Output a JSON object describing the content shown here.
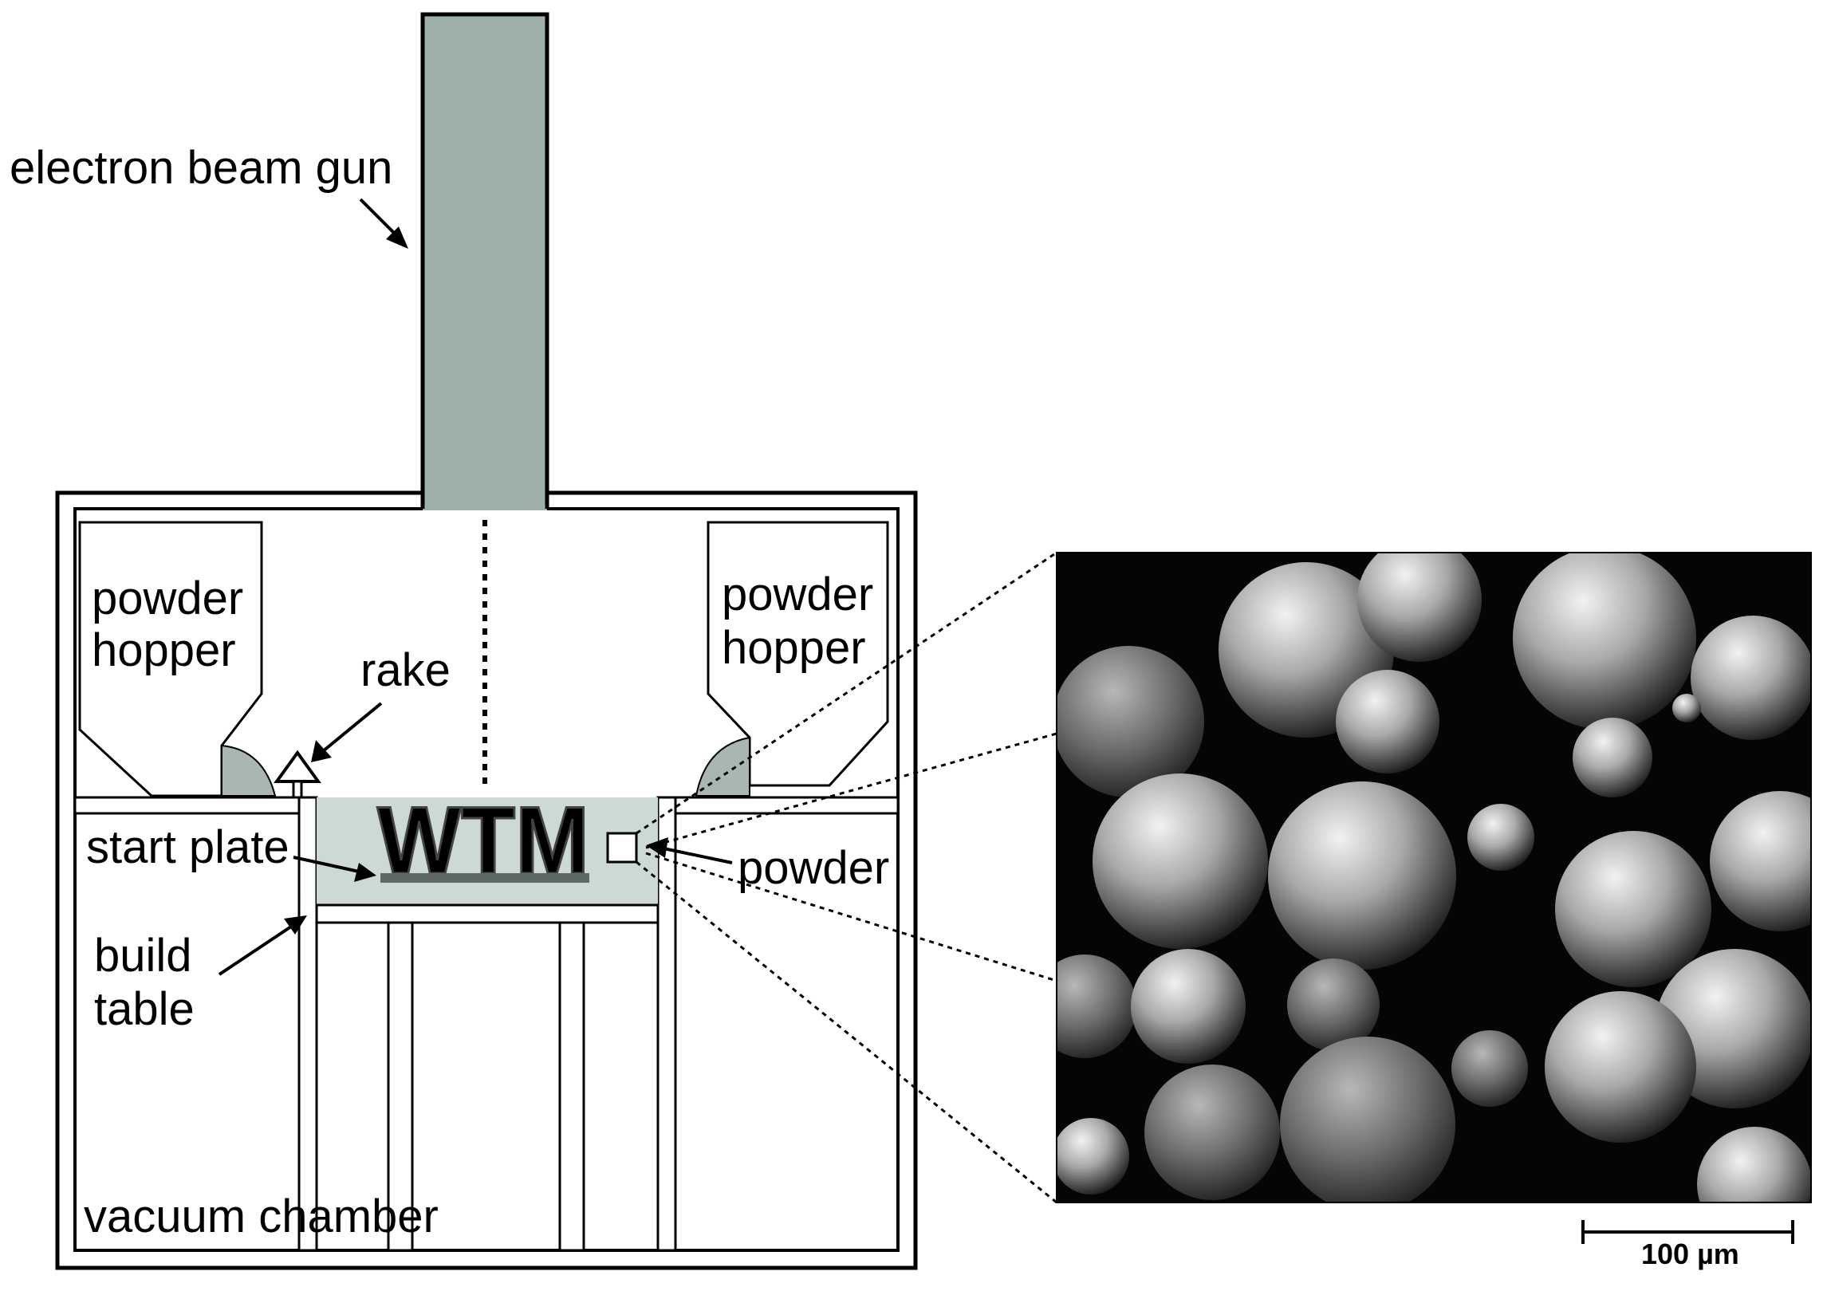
{
  "labels": {
    "gun": "electron beam gun",
    "hopper_left_line1": "powder",
    "hopper_left_line2": "hopper",
    "hopper_right_line1": "powder",
    "hopper_right_line2": "hopper",
    "rake": "rake",
    "start_plate": "start plate",
    "build_table_line1": "build",
    "build_table_line2": "table",
    "powder": "powder",
    "vacuum_chamber": "vacuum chamber",
    "part_logo": "WTM",
    "scale_bar": "100 µm"
  },
  "colors": {
    "gun": "#9fb0ab",
    "powder_bed": "#cdd9d6",
    "hopper_powder": "#a9b6b2",
    "start_plate": "#5e6866",
    "logo_accent": "#e02020",
    "sem_background": "#050505"
  }
}
